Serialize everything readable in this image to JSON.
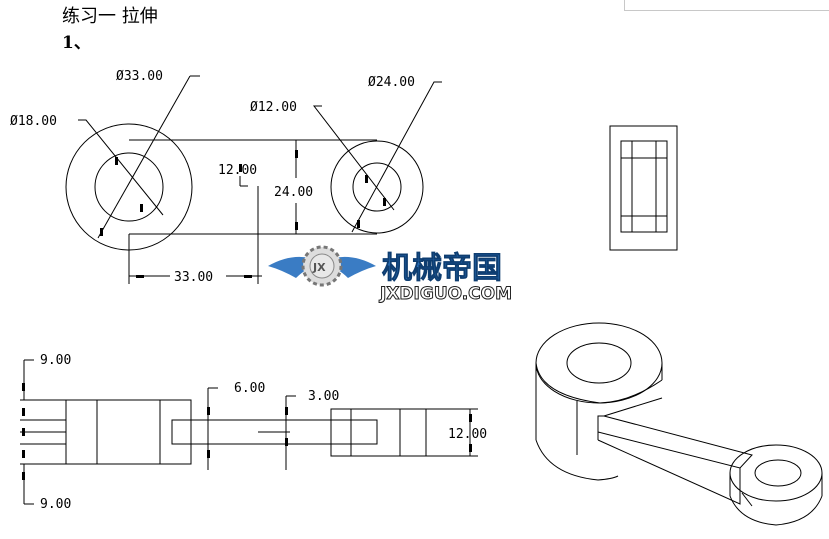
{
  "header": {
    "title": "练习一  拉伸",
    "number": "1、"
  },
  "dimensions": {
    "d33": "Ø33.00",
    "d18": "Ø18.00",
    "d12": "Ø12.00",
    "d24": "Ø24.00",
    "h12": "12.00",
    "h24": "24.00",
    "l33": "33.00",
    "t9a": "9.00",
    "t9b": "9.00",
    "t6": "6.00",
    "t3": "3.00",
    "r12": "12.00"
  },
  "watermark": {
    "cn": "机械帝国",
    "en": "JXDIGUO.COM",
    "badge": "JX"
  },
  "colors": {
    "line": "#000000",
    "logo_blue": "#2a6fb8"
  }
}
